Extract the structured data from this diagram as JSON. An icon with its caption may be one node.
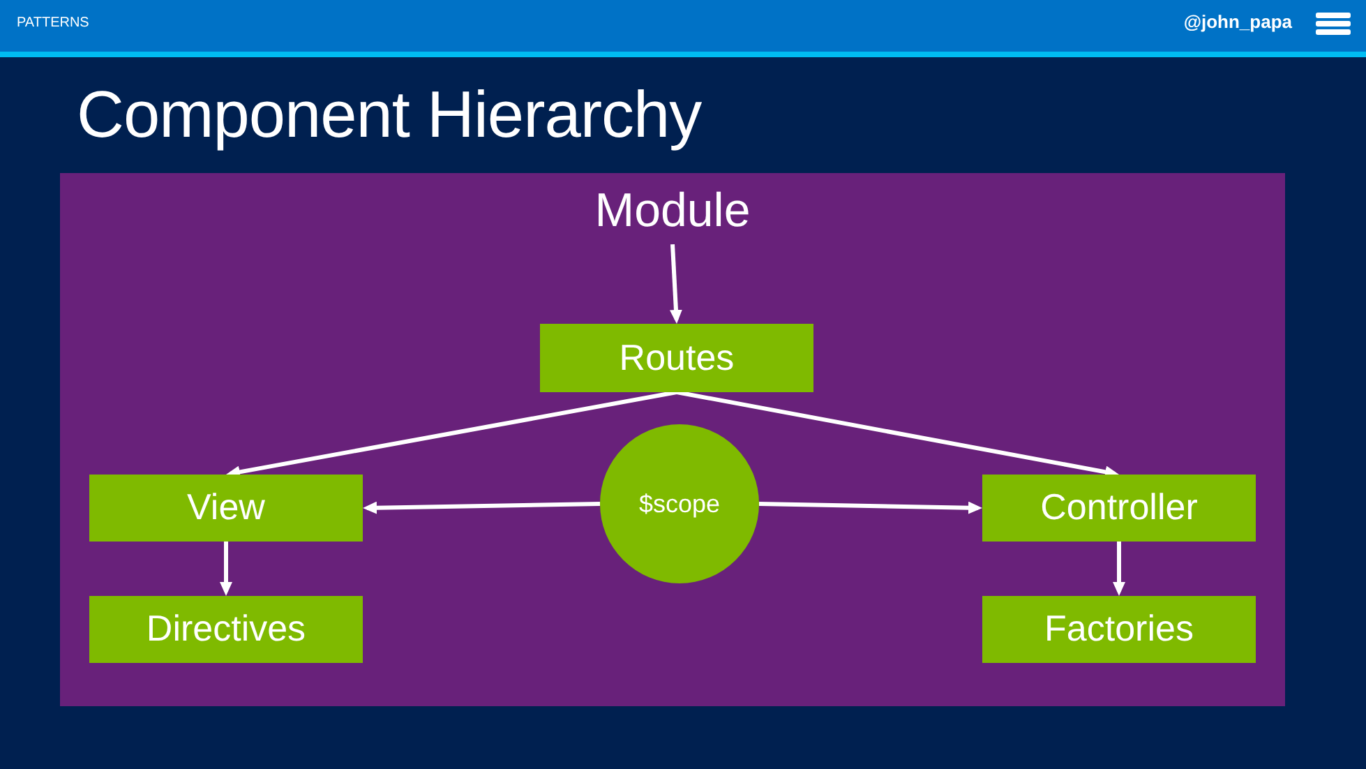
{
  "diagram": {
    "title": "Component Hierarchy",
    "nodes": [
      {
        "text": [
          "Module"
        ]
      },
      {
        "text": [
          "Routes"
        ],
        "in": 0
      },
      {
        "text": [
          "View"
        ],
        "in": 0
      },
      {
        "text": [
          "$scope"
        ],
        "in": 0
      },
      {
        "text": [
          "Controller"
        ],
        "in": 0
      },
      {
        "text": [
          "Directives"
        ],
        "in": 0
      },
      {
        "text": [
          "Factories"
        ],
        "in": 0
      }
    ],
    "edges": [
      {
        "from": 0,
        "to": 1,
        "arrow": "to"
      },
      {
        "from": 1,
        "to": 2,
        "arrow": "to"
      },
      {
        "from": 1,
        "to": 4,
        "arrow": "to"
      },
      {
        "from": 3,
        "to": 2,
        "arrow": "to"
      },
      {
        "from": 3,
        "to": 4,
        "arrow": "to"
      },
      {
        "from": 2,
        "to": 5,
        "arrow": "to"
      },
      {
        "from": 4,
        "to": 6,
        "arrow": "to"
      }
    ],
    "labels": [
      "PATTERNS",
      "@john_papa"
    ]
  }
}
